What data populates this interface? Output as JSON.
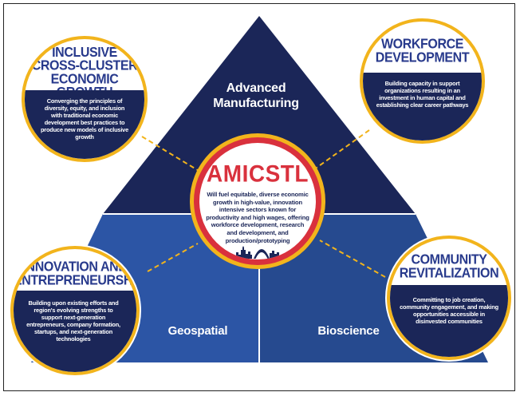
{
  "sectors": {
    "top": "Advanced\nManufacturing",
    "bottom_left": "Geospatial",
    "bottom_right": "Bioscience"
  },
  "hub": {
    "title": "AMICSTL",
    "description": "Will fuel equitable, diverse economic growth in high-value, innovation intensive sectors known for productivity and high wages, offering workforce development, research and development, and production/prototyping"
  },
  "pillars": {
    "inclusive": {
      "title": "INCLUSIVE\nCROSS-CLUSTER\nECONOMIC GROWTH",
      "description": "Converging the principles of diversity, equity, and inclusion with traditional economic development best practices to produce new models of inclusive growth"
    },
    "workforce": {
      "title": "WORKFORCE\nDEVELOPMENT",
      "description": "Building capacity in support organizations resulting in an investment in human capital and establishing clear career pathways"
    },
    "innovation": {
      "title": "INNOVATION AND\nENTREPRENEURSHIP",
      "description": "Building upon existing efforts and region's evolving strengths to support next-generation entrepreneurs, company formation, startups, and next-generation technologies"
    },
    "community": {
      "title": "COMMUNITY\nREVITALIZATION",
      "description": "Committing to job creation, community engagement, and making opportunities accessible in disinvested communities"
    }
  },
  "colors": {
    "navy": "#1b2658",
    "mid_blue": "#2c55a5",
    "dark_blue": "#264a8f",
    "title_blue": "#283a8c",
    "red": "#d9313d",
    "gold": "#f2b41c"
  }
}
